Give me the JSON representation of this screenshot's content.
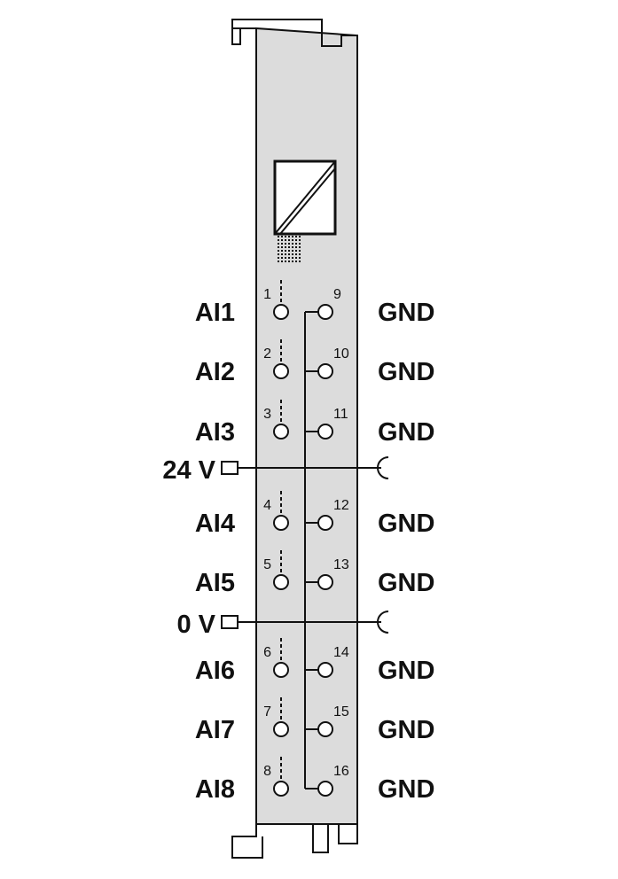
{
  "colors": {
    "module_fill": "#dcdcdc",
    "stroke": "#111111",
    "background": "#ffffff"
  },
  "icons": {
    "converter": "analog-digital-converter-icon",
    "bus": "bus-connector-icon"
  },
  "channels": [
    {
      "label": "AI1",
      "pin": "1"
    },
    {
      "label": "AI2",
      "pin": "2"
    },
    {
      "label": "AI3",
      "pin": "3"
    },
    {
      "label": "AI4",
      "pin": "4"
    },
    {
      "label": "AI5",
      "pin": "5"
    },
    {
      "label": "AI6",
      "pin": "6"
    },
    {
      "label": "AI7",
      "pin": "7"
    },
    {
      "label": "AI8",
      "pin": "8"
    }
  ],
  "grounds": [
    {
      "label": "GND",
      "pin": "9"
    },
    {
      "label": "GND",
      "pin": "10"
    },
    {
      "label": "GND",
      "pin": "11"
    },
    {
      "label": "GND",
      "pin": "12"
    },
    {
      "label": "GND",
      "pin": "13"
    },
    {
      "label": "GND",
      "pin": "14"
    },
    {
      "label": "GND",
      "pin": "15"
    },
    {
      "label": "GND",
      "pin": "16"
    }
  ],
  "supplies": [
    {
      "label": "24 V"
    },
    {
      "label": "0 V"
    }
  ]
}
